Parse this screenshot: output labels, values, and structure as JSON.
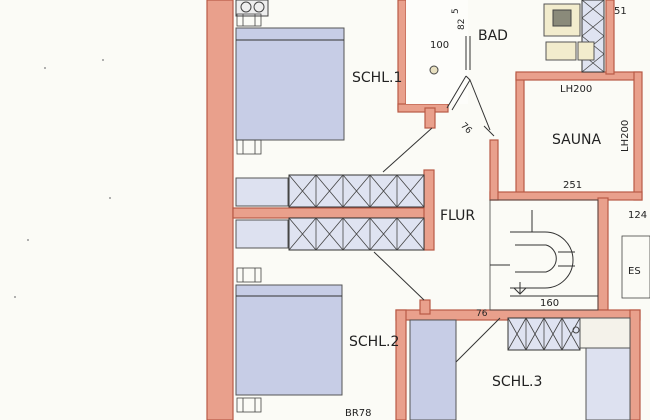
{
  "rooms": {
    "schl1": "SCHL.1",
    "bad": "BAD",
    "sauna": "SAUNA",
    "flur": "FLUR",
    "schl2": "SCHL.2",
    "schl3": "SCHL.3",
    "est_partial": "ES"
  },
  "dimensions": {
    "bad_width": "100",
    "bad_height": "82",
    "bad_height_sup": "5",
    "door_bad": "76",
    "sauna_lh_top": "LH200",
    "sauna_lh_side": "LH200",
    "sauna_width": "251",
    "stair_width": "160",
    "door_schl3": "76",
    "window_schl2": "BR78",
    "top_right": "51",
    "right_partial": "124"
  },
  "colors": {
    "wall": "#e9a08c",
    "wall_edge": "#b85a45",
    "furniture": "#c7cde6"
  }
}
